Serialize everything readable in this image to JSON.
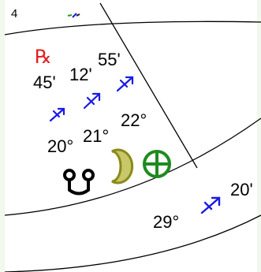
{
  "chart": {
    "house_number": "4",
    "retrograde_symbol": "℞",
    "planet_minutes": [
      "45'",
      "12'",
      "55'"
    ],
    "planet_degrees": [
      "20°",
      "21°",
      "22°"
    ],
    "cusp_degree": "29°",
    "cusp_minute": "20'",
    "glyphs": {
      "south_node": "south-node-icon",
      "moon": "moon-icon",
      "part_of_fortune": "part-of-fortune-icon",
      "sagittarius": "sagittarius-icon"
    },
    "colors": {
      "background": "#f1f8ec",
      "panel": "#ffffff",
      "line": "#000000",
      "retrograde": "#e02020",
      "sign": "#1a1ae6",
      "moon": "#9a9a1a",
      "fortune": "#1f8a1f",
      "node": "#000000"
    }
  }
}
